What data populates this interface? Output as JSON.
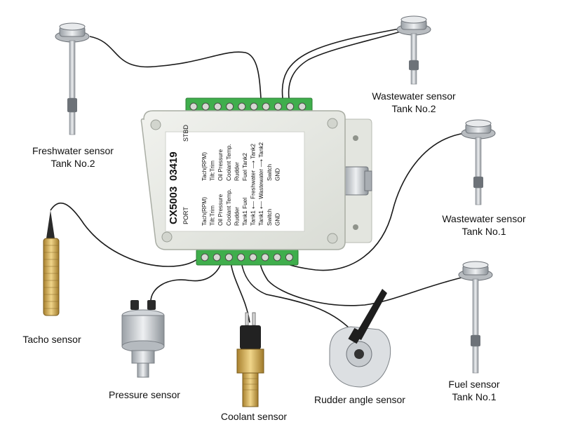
{
  "module": {
    "model": "CX5003",
    "serial": "03419",
    "side_left": "PORT",
    "side_right": "STBD",
    "port_column_1": [
      "Tach(RPM)",
      "Tilt:Trim",
      "Oil Pressure",
      "Coolant Temp.",
      "Rudder",
      "Tank1 Fuel",
      "Tank1 ⟵ Freshwater ⟶ Tank2",
      "Tank1 ⟵ Wastewater ⟶ Tank2",
      "Switch",
      "GND"
    ],
    "stbd_column": [
      "Tach(RPM)",
      "Tilt:Trim",
      "Oil Pressure",
      "Coolant Temp.",
      "Rudder",
      "Fuel Tank2",
      "",
      "",
      "Switch",
      "GND"
    ]
  },
  "sensors": {
    "freshwater_tank2": {
      "line1": "Freshwater sensor",
      "line2": "Tank No.2"
    },
    "wastewater_tank2": {
      "line1": "Wastewater sensor",
      "line2": "Tank No.2"
    },
    "wastewater_tank1": {
      "line1": "Wastewater sensor",
      "line2": "Tank No.1"
    },
    "tacho": {
      "line1": "Tacho sensor"
    },
    "pressure": {
      "line1": "Pressure sensor"
    },
    "coolant": {
      "line1": "Coolant sensor"
    },
    "rudder": {
      "line1": "Rudder angle sensor"
    },
    "fuel_tank1": {
      "line1": "Fuel sensor",
      "line2": "Tank No.1"
    }
  },
  "colors": {
    "terminal_green": "#3fae4c",
    "enclosure": "#e9ebe6",
    "label_card": "#ffffff",
    "wire": "#1a1a1a",
    "brass": "#c9a24a",
    "steel": "#c8ccd0"
  }
}
